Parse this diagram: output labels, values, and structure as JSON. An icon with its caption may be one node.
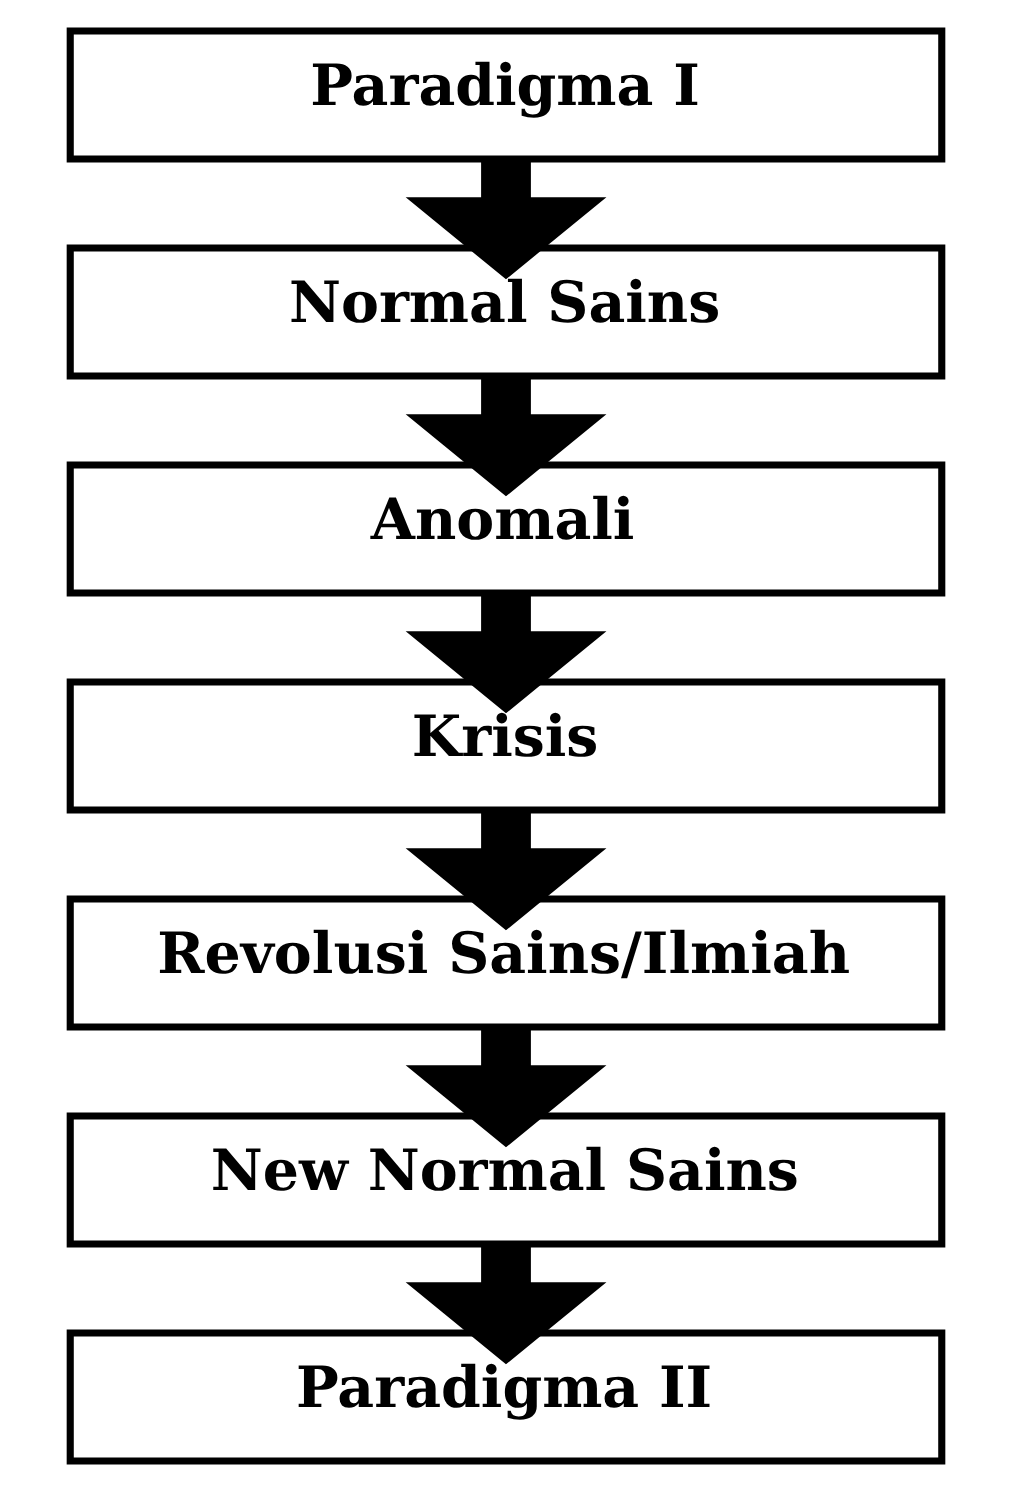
{
  "diagram": {
    "nodes": [
      {
        "text": [
          "Paradigma I"
        ]
      },
      {
        "text": [
          "Normal Sains"
        ]
      },
      {
        "text": [
          "Anomali"
        ]
      },
      {
        "text": [
          "Krisis"
        ]
      },
      {
        "text": [
          "Revolusi Sains/Ilmiah"
        ]
      },
      {
        "text": [
          "New Normal Sains"
        ]
      },
      {
        "text": [
          "Paradigma II"
        ]
      }
    ],
    "edges": [
      {
        "from": 0,
        "to": 1,
        "arrow": "to"
      },
      {
        "from": 1,
        "to": 2,
        "arrow": "to"
      },
      {
        "from": 2,
        "to": 3,
        "arrow": "to"
      },
      {
        "from": 3,
        "to": 4,
        "arrow": "to"
      },
      {
        "from": 4,
        "to": 5,
        "arrow": "to"
      },
      {
        "from": 5,
        "to": 6,
        "arrow": "to"
      }
    ]
  }
}
